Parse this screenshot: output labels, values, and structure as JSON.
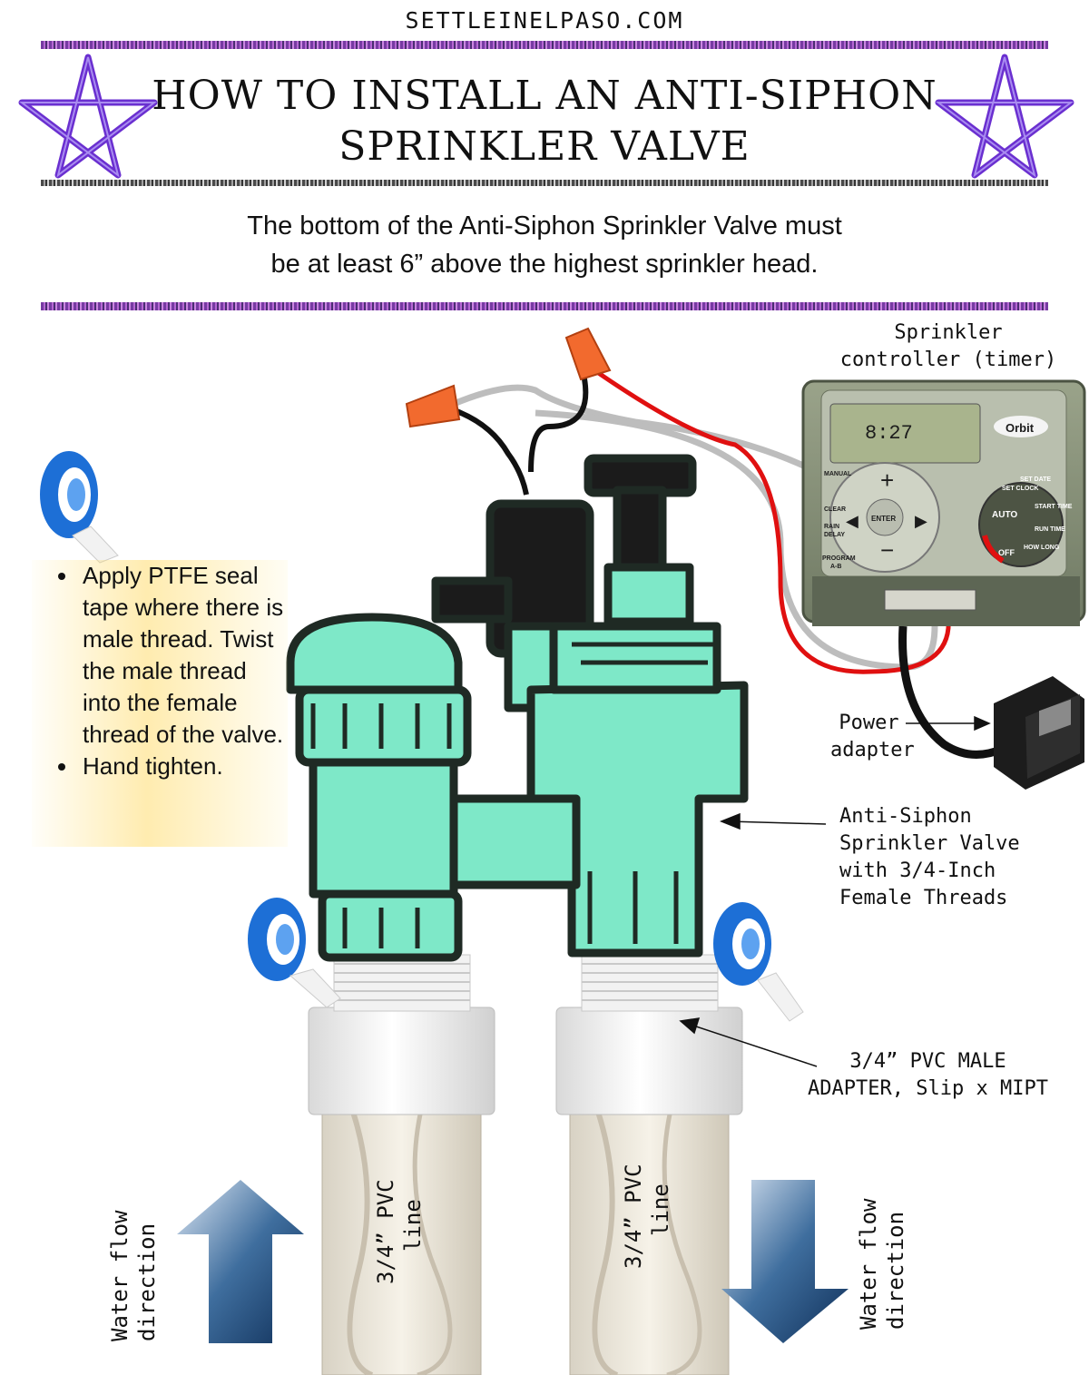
{
  "site": "SETTLEINELPASO.COM",
  "title": {
    "line1": "HOW TO INSTALL AN ANTI-SIPHON",
    "line2": "SPRINKLER VALVE"
  },
  "subtitle": {
    "line1": "The bottom of the Anti-Siphon Sprinkler Valve must",
    "line2": "be at least 6” above the highest sprinkler head."
  },
  "instructions": [
    "Apply PTFE seal tape where there is male thread. Twist the male thread into the female thread of the valve.",
    "Hand tighten."
  ],
  "labels": {
    "controller": {
      "line1": "Sprinkler",
      "line2": "controller (timer)"
    },
    "power": {
      "line1": "Power",
      "line2": "adapter"
    },
    "valve": {
      "line1": "Anti-Siphon",
      "line2": "Sprinkler Valve",
      "line3": "with 3/4-Inch",
      "line4": "Female Threads"
    },
    "adapter": {
      "line1": "3/4” PVC MALE",
      "line2": "ADAPTER, Slip x MIPT"
    },
    "pvc_left": {
      "line1": "3/4” PVC",
      "line2": "line"
    },
    "pvc_right": {
      "line1": "3/4” PVC",
      "line2": "line"
    },
    "flow_left": {
      "line1": "Water flow",
      "line2": "direction"
    },
    "flow_right": {
      "line1": "Water flow",
      "line2": "direction"
    }
  },
  "timer": {
    "brand": "Orbit",
    "display": "8:27",
    "buttons": {
      "manual": "MANUAL",
      "clear": "CLEAR",
      "rain1": "RAIN",
      "rain2": "DELAY",
      "prog1": "PROGRAM",
      "prog2": "A-B",
      "enter": "ENTER"
    },
    "dial": {
      "auto": "AUTO",
      "off": "OFF",
      "clock": "SET CLOCK",
      "date": "SET DATE",
      "start": "START TIME",
      "run": "RUN TIME",
      "howlong": "HOW LONG"
    }
  },
  "colors": {
    "valve": "#7ee8c8",
    "valve_dark": "#1f2a24",
    "wire_red": "#e01010",
    "wire_grey": "#bdbdbd",
    "nut": "#f26a2e",
    "pentagram": "#6a2fd0",
    "tape": "#1d6fd6"
  }
}
